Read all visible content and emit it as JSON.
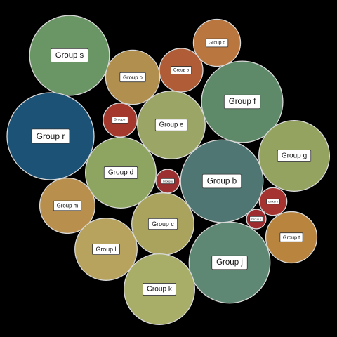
{
  "chart_data": {
    "type": "bubble",
    "background": "#000000",
    "bubbles": [
      {
        "name": "Group s",
        "value": 1580,
        "color": "#6a9564"
      },
      {
        "name": "Group q",
        "value": 550,
        "color": "#b9773f"
      },
      {
        "name": "Group o",
        "value": 730,
        "color": "#b1904f"
      },
      {
        "name": "Group p",
        "value": 470,
        "color": "#b05d37"
      },
      {
        "name": "Group f",
        "value": 1640,
        "color": "#5f8a6a"
      },
      {
        "name": "Group n",
        "value": 285,
        "color": "#a4382c"
      },
      {
        "name": "Group e",
        "value": 1140,
        "color": "#9ba565"
      },
      {
        "name": "Group r",
        "value": 1880,
        "color": "#1b5276"
      },
      {
        "name": "Group g",
        "value": 1240,
        "color": "#94a460"
      },
      {
        "name": "Group d",
        "value": 1240,
        "color": "#8ea562"
      },
      {
        "name": "Group u",
        "value": 140,
        "color": "#9c2f2f"
      },
      {
        "name": "Group b",
        "value": 1690,
        "color": "#4f7672"
      },
      {
        "name": "Group m",
        "value": 760,
        "color": "#b88f4d"
      },
      {
        "name": "Group h",
        "value": 190,
        "color": "#a53330"
      },
      {
        "name": "Group v",
        "value": 95,
        "color": "#9e2b2e"
      },
      {
        "name": "Group c",
        "value": 960,
        "color": "#a9a35d"
      },
      {
        "name": "Group t",
        "value": 650,
        "color": "#b9843e"
      },
      {
        "name": "Group l",
        "value": 960,
        "color": "#b7a35d"
      },
      {
        "name": "Group j",
        "value": 1630,
        "color": "#5e8873"
      },
      {
        "name": "Group k",
        "value": 1240,
        "color": "#a8ae67"
      }
    ]
  }
}
